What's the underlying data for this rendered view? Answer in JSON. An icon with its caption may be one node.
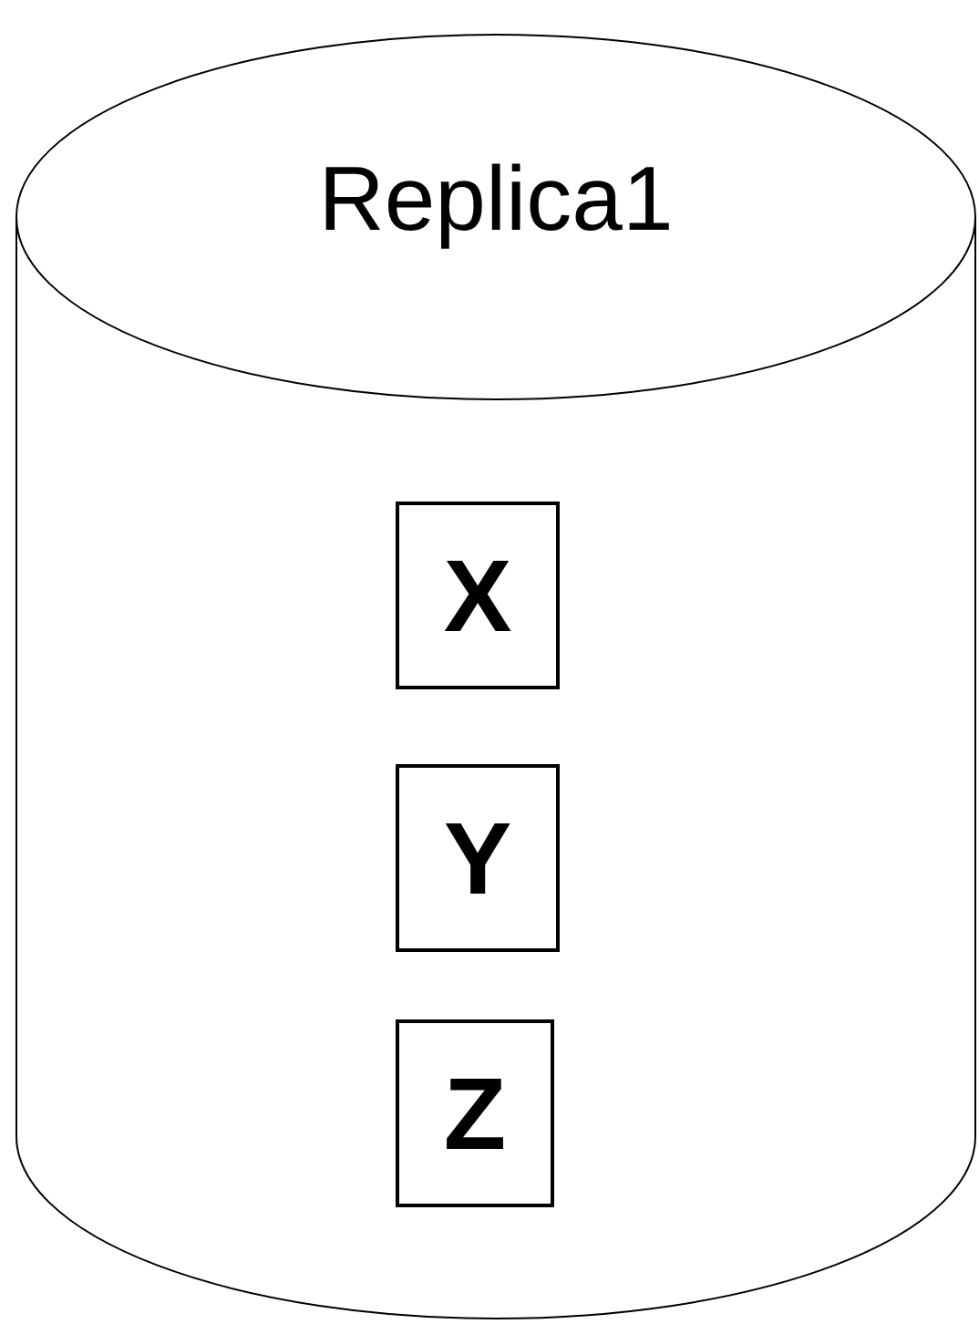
{
  "diagram": {
    "nodes": [
      {
        "text": [
          "Replica1"
        ]
      },
      {
        "text": [
          "X"
        ],
        "in": 0
      },
      {
        "text": [
          "Y"
        ],
        "in": 0
      },
      {
        "text": [
          "Z"
        ],
        "in": 0
      }
    ],
    "edges": []
  }
}
